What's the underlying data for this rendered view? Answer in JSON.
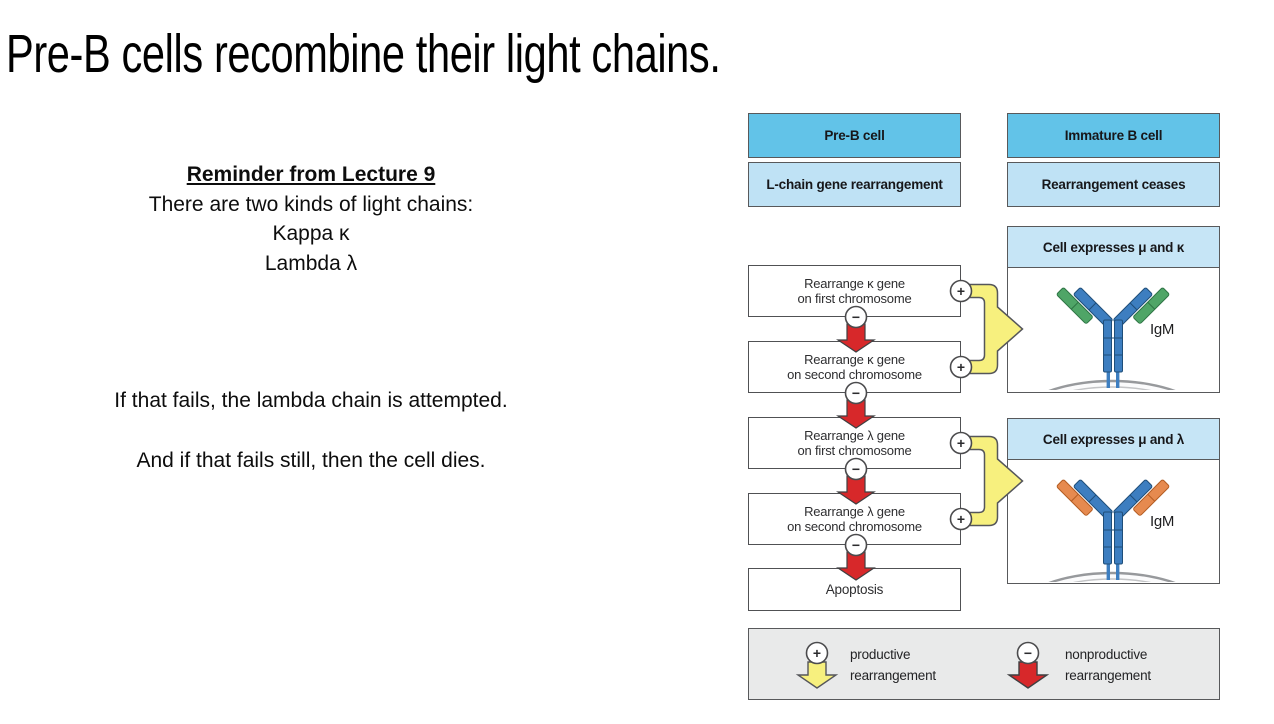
{
  "title": "Pre-B cells recombine their light chains.",
  "reminder": {
    "heading": "Reminder from Lecture 9",
    "line1": "There are two kinds of light chains:",
    "line2": "Kappa κ",
    "line3": "Lambda λ"
  },
  "notes": {
    "line1": "If that fails, the lambda chain is attempted.",
    "line2": "And if that fails still, then the cell dies."
  },
  "figure": {
    "preb_header": "Pre-B cell",
    "preb_sub": "L-chain gene rearrangement",
    "immature_header": "Immature B cell",
    "immature_sub": "Rearrangement ceases",
    "kappa_panel_header": "Cell expresses μ and κ",
    "lambda_panel_header": "Cell expresses μ and λ",
    "igm_label": "IgM",
    "flow": [
      {
        "l1": "Rearrange κ gene",
        "l2": "on first chromosome"
      },
      {
        "l1": "Rearrange κ gene",
        "l2": "on second chromosome"
      },
      {
        "l1": "Rearrange λ gene",
        "l2": "on first chromosome"
      },
      {
        "l1": "Rearrange λ gene",
        "l2": "on second chromosome"
      }
    ],
    "apoptosis": "Apoptosis",
    "symbols": {
      "plus": "+",
      "minus": "−"
    },
    "legend": {
      "productive_l1": "productive",
      "productive_l2": "rearrangement",
      "nonproductive_l1": "nonproductive",
      "nonproductive_l2": "rearrangement"
    },
    "colors": {
      "header_blue": "#62c3e8",
      "light_blue": "#bfe2f5",
      "panel_header_blue": "#c6e5f6",
      "productive_yellow": "#f7f07e",
      "nonproductive_red": "#d7282a",
      "legend_gray": "#e9eaea",
      "antibody_heavy_blue": "#3d7ec0",
      "kappa_light_green": "#4fa567",
      "lambda_light_orange": "#e68a4f",
      "membrane_gray": "#97999c",
      "border_gray": "#58595b"
    }
  }
}
